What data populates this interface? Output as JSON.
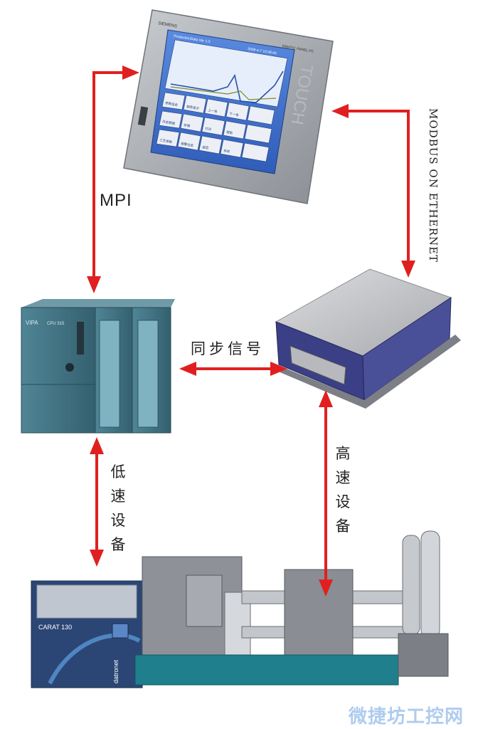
{
  "labels": {
    "mpi": "MPI",
    "modbus": "MODBUS ON ETHERNET",
    "sync_signal": "同步信号",
    "low_speed_device": [
      "低",
      "速",
      "设",
      "备"
    ],
    "high_speed_device": [
      "高",
      "速",
      "设",
      "备"
    ]
  },
  "devices": {
    "touch_panel": {
      "brand": "SIEMENS",
      "model": "SIMATIC PANEL PC",
      "touch_label": "TOUCH",
      "screen_title": "ProductionData Ver 1.0",
      "screen_date": "2009-4-7 10:38:40",
      "buttons": [
        "参数组合",
        "趋势显示",
        "上一条",
        "下一条",
        "历史数据",
        "存储",
        "打印",
        "帮助",
        "工艺参数",
        "报警信息",
        "返回",
        "系统"
      ]
    },
    "plc": {
      "brand": "VIPA",
      "cpu": "CPU 315"
    },
    "die_casting_machine": {
      "brand": "CARAT 130",
      "vendor_logo": "datronet"
    }
  },
  "watermark": "微捷坊工控网",
  "colors": {
    "arrow": "#e02020",
    "text": "#222222",
    "watermark": "#aeccef",
    "screen": "#3a6ecf",
    "plc": "#3e6f80",
    "machine_base": "#1f7f8c"
  }
}
